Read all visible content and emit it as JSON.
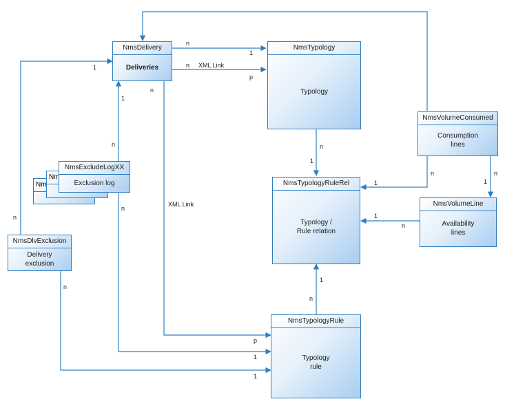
{
  "entities": {
    "delivery": {
      "name": "NmsDelivery",
      "label": "Deliveries"
    },
    "typology": {
      "name": "NmsTypology",
      "label": "Typology"
    },
    "volume_consumed": {
      "name": "NmsVolumeConsumed",
      "label": "Consumption\nlines"
    },
    "typology_rule_rel": {
      "name": "NmsTypologyRuleRel",
      "label": "Typology /\nRule relation"
    },
    "volume_line": {
      "name": "NmsVolumeLine",
      "label": "Availability\nlines"
    },
    "exclude_log": {
      "name": "NmsExcludeLogXX",
      "label": "Exclusion log",
      "stack_label_1": "Nms",
      "stack_label_2": "Nms"
    },
    "dlv_exclusion": {
      "name": "NmsDlvExclusion",
      "label": "Delivery\nexclusion"
    },
    "typology_rule": {
      "name": "NmsTypologyRule",
      "label": "Typology\nrule"
    }
  },
  "labels": {
    "delivery_typology_top_n": "n",
    "delivery_typology_top_1": "1",
    "delivery_typology_xml_n": "n",
    "delivery_typology_xml_link": "XML Link",
    "delivery_typology_xml_p": "p",
    "feedback_1": "1",
    "typology_rel_n": "n",
    "typology_rel_1": "1",
    "consumed_rel_n": "n",
    "consumed_rel_1": "1",
    "consumed_line_n": "n",
    "consumed_line_1": "1",
    "volline_rel_1": "1",
    "volline_rel_n": "n",
    "rule_rel_1": "1",
    "rule_rel_n": "n",
    "delivery_log_1": "1",
    "delivery_log_n": "n",
    "dlvexcl_delivery_1": "1",
    "dlvexcl_delivery_n": "n",
    "delivery_rule_n": "n",
    "delivery_rule_xml_link": "XML Link",
    "delivery_rule_p": "p",
    "log_rule_n": "n",
    "log_rule_1": "1",
    "dlvexcl_rule_n": "n",
    "dlvexcl_rule_1": "1"
  }
}
